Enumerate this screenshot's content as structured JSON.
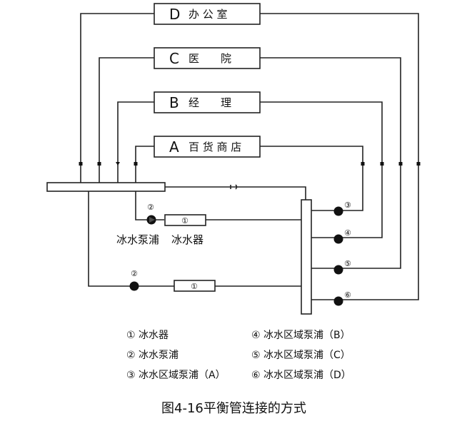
{
  "zones": [
    {
      "letter": "D",
      "name": "办 公 室",
      "pump_no": "⑥"
    },
    {
      "letter": "C",
      "name": "医　　院",
      "pump_no": "⑤"
    },
    {
      "letter": "B",
      "name": "经　　理",
      "pump_no": "④"
    },
    {
      "letter": "A",
      "name": "百 货 商 店",
      "pump_no": "③"
    }
  ],
  "chiller_symbol": "①",
  "pump_symbol": "②",
  "labels": {
    "pump": "冰水泵浦",
    "chiller": "冰水器"
  },
  "legend": [
    {
      "symbol": "①",
      "text": "冰水器"
    },
    {
      "symbol": "②",
      "text": "冰水泵浦"
    },
    {
      "symbol": "③",
      "text": "冰水区域泵浦（A）"
    },
    {
      "symbol": "④",
      "text": "冰水区域泵浦（B）"
    },
    {
      "symbol": "⑤",
      "text": "冰水区域泵浦（C）"
    },
    {
      "symbol": "⑥",
      "text": "冰水区域泵浦（D）"
    }
  ],
  "caption": "图4-16平衡管连接的方式"
}
